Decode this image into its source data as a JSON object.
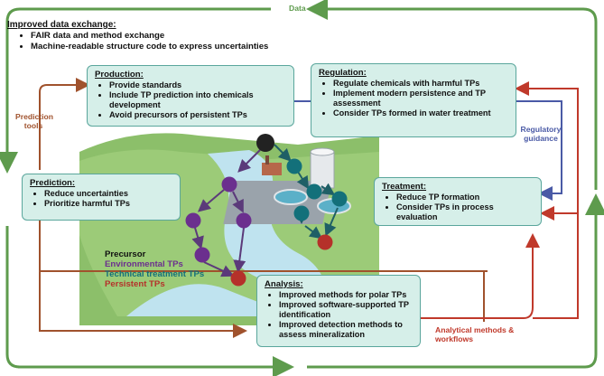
{
  "top_info": {
    "title": "Improved data exchange:",
    "items": [
      "FAIR data and method exchange",
      "Machine-readable structure code to express uncertainties"
    ]
  },
  "flow_labels": {
    "data": "Data",
    "prediction_tools": "Prediction tools",
    "regulatory_guidance": "Regulatory guidance",
    "analytical_methods": "Analytical methods & workflows"
  },
  "boxes": {
    "production": {
      "title": "Production:",
      "items": [
        "Provide standards",
        "Include TP prediction into chemicals development",
        "Avoid precursors of persistent TPs"
      ]
    },
    "regulation": {
      "title": "Regulation:",
      "items": [
        "Regulate chemicals with harmful TPs",
        "Implement modern persistence and TP assessment",
        "Consider TPs formed in water treatment"
      ]
    },
    "prediction": {
      "title": "Prediction:",
      "items": [
        "Reduce uncertainties",
        "Prioritize harmful TPs"
      ]
    },
    "treatment": {
      "title": "Treatment:",
      "items": [
        "Reduce TP formation",
        "Consider TPs in process evaluation"
      ]
    },
    "analysis": {
      "title": "Analysis:",
      "items": [
        "Improved methods for polar TPs",
        "Improved software-supported TP identification",
        "Improved  detection methods to assess mineralization"
      ]
    }
  },
  "legend": [
    {
      "label": "Precursor",
      "color": "#111111"
    },
    {
      "label": "Environmental TPs",
      "color": "#6b2f8e"
    },
    {
      "label": "Technical treatment TPs",
      "color": "#13707a"
    },
    {
      "label": "Persistent TPs",
      "color": "#b5312a"
    }
  ],
  "colors": {
    "data_arrow": "#5e9b4d",
    "prediction_arrow": "#a0522d",
    "regulatory_arrow": "#4a5aa6",
    "analytical_arrow": "#c0392b",
    "box_fill": "#d6efe9",
    "box_border": "#5aa69c"
  }
}
